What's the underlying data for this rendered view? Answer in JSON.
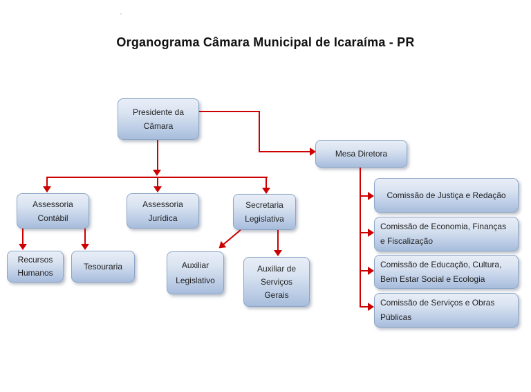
{
  "title": "Organograma Câmara Municipal de Icaraíma - PR",
  "colors": {
    "connector": "#cc0000",
    "box_border": "#8ca6c6",
    "box_fill_top": "#e9eef7",
    "box_fill_bottom": "#a7bddc",
    "text_color": "#1f1f1f",
    "background": "#ffffff"
  },
  "nodes": {
    "presidente": {
      "label": "Presidente da Câmara",
      "lines": [
        "Presidente da",
        "Câmara"
      ]
    },
    "mesa_diretora": {
      "label": "Mesa Diretora",
      "lines": [
        "Mesa Diretora"
      ]
    },
    "assessoria_contabil": {
      "label": "Assessoria Contábil",
      "lines": [
        "Assessoria",
        "Contábil"
      ]
    },
    "assessoria_juridica": {
      "label": "Assessoria Jurídica",
      "lines": [
        "Assessoria",
        "Jurídica"
      ]
    },
    "secretaria_legislativa": {
      "label": "Secretaria Legislativa",
      "lines": [
        "Secretaria",
        "Legislativa"
      ]
    },
    "recursos_humanos": {
      "label": "Recursos Humanos",
      "lines": [
        "Recursos",
        "Humanos"
      ]
    },
    "tesouraria": {
      "label": "Tesouraria",
      "lines": [
        "Tesouraria"
      ]
    },
    "auxiliar_legislativo": {
      "label": "Auxiliar Legislativo",
      "lines": [
        "Auxiliar",
        "Legislativo"
      ]
    },
    "auxiliar_servicos_gerais": {
      "label": "Auxiliar de Serviços Gerais",
      "lines": [
        "Auxiliar de",
        "Serviços",
        "Gerais"
      ]
    },
    "comissao_justica_redacao": {
      "label": "Comissão de Justiça e Redação",
      "lines": [
        "Comissão de Justiça e Redação"
      ]
    },
    "comissao_economia_financas": {
      "label": "Comissão de Economia, Finanças e Fiscalização",
      "lines": [
        "Comissão de Economia, Finanças",
        "e Fiscalização"
      ]
    },
    "comissao_educacao_cultura": {
      "label": "Comissão de Educação, Cultura, Bem Estar Social e Ecologia",
      "lines": [
        "Comissão de Educação, Cultura,",
        "Bem Estar Social e Ecologia"
      ]
    },
    "comissao_servicos_obras": {
      "label": "Comissão de Serviços e Obras Públicas",
      "lines": [
        "Comissão de Serviços e Obras",
        "Públicas"
      ]
    }
  },
  "edges": [
    {
      "from": "presidente",
      "to": "mesa_diretora"
    },
    {
      "from": "presidente",
      "to": "assessoria_contabil"
    },
    {
      "from": "presidente",
      "to": "assessoria_juridica"
    },
    {
      "from": "presidente",
      "to": "secretaria_legislativa"
    },
    {
      "from": "assessoria_contabil",
      "to": "recursos_humanos"
    },
    {
      "from": "assessoria_contabil",
      "to": "tesouraria"
    },
    {
      "from": "secretaria_legislativa",
      "to": "auxiliar_legislativo"
    },
    {
      "from": "secretaria_legislativa",
      "to": "auxiliar_servicos_gerais"
    },
    {
      "from": "mesa_diretora",
      "to": "comissao_justica_redacao"
    },
    {
      "from": "mesa_diretora",
      "to": "comissao_economia_financas"
    },
    {
      "from": "mesa_diretora",
      "to": "comissao_educacao_cultura"
    },
    {
      "from": "mesa_diretora",
      "to": "comissao_servicos_obras"
    }
  ]
}
